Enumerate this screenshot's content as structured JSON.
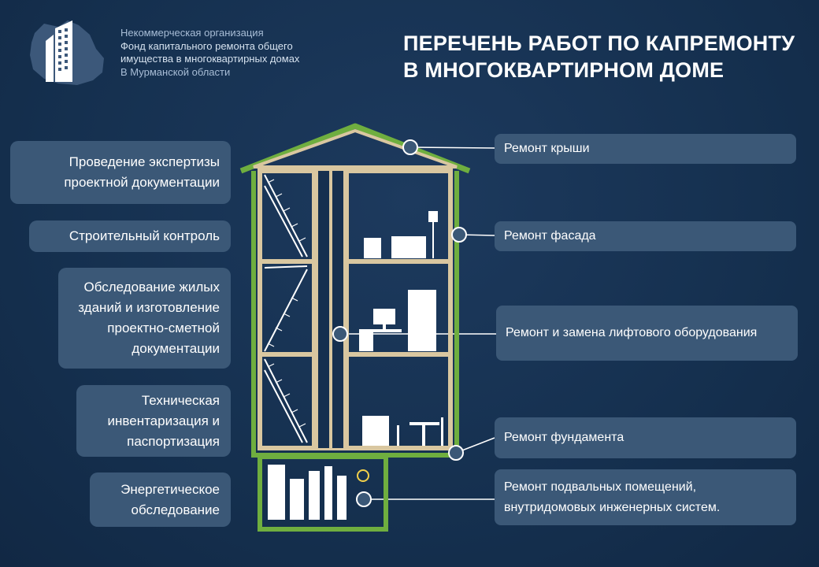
{
  "header": {
    "org_line1": "Некоммерческая организация",
    "org_line2": "Фонд капитального ремонта общего",
    "org_line3": "имущества в многоквартирных домах",
    "org_line4": "В Мурманской области",
    "title_line1": "ПЕРЕЧЕНЬ РАБОТ ПО КАПРЕМОНТУ",
    "title_line2": "В МНОГОКВАРТИРНОМ ДОМЕ"
  },
  "left_items": [
    "Проведение  экспертизы проектной документации",
    "Строительный  контроль",
    "Обследование жилых зданий и изготовление проектно-сметной документации",
    "Техническая инвентаризация и паспортизация",
    "Энергетическое обследование"
  ],
  "right_items": [
    "Ремонт  крыши",
    "Ремонт  фасада",
    "Ремонт и замена лифтового оборудования",
    "Ремонт  фундамента",
    "Ремонт подвальных помещений, внутридомовых инженерных  систем."
  ],
  "colors": {
    "background": "#16304f",
    "box": "#3b5877",
    "house_outline": "#6fae3f",
    "house_frame": "#d9c7a0",
    "connector_dot": "#3b5877"
  }
}
